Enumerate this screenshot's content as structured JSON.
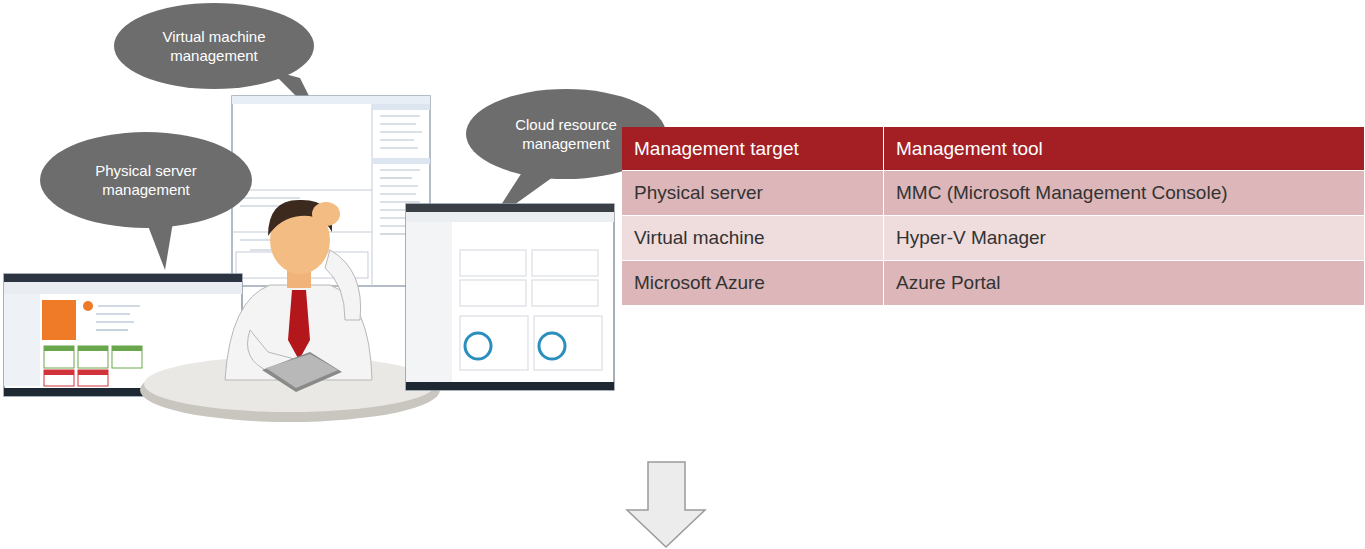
{
  "diagram": {
    "nodes": [
      {
        "text": [
          "Virtual machine management"
        ]
      },
      {
        "text": [
          "Cloud resource management"
        ]
      },
      {
        "text": [
          "Physical server management"
        ]
      }
    ],
    "labels": [
      "Management target",
      "Management tool",
      "Physical server",
      "MMC (Microsoft Management Console)",
      "Virtual machine",
      "Hyper-V Manager",
      "Microsoft Azure",
      "Azure Portal"
    ]
  }
}
